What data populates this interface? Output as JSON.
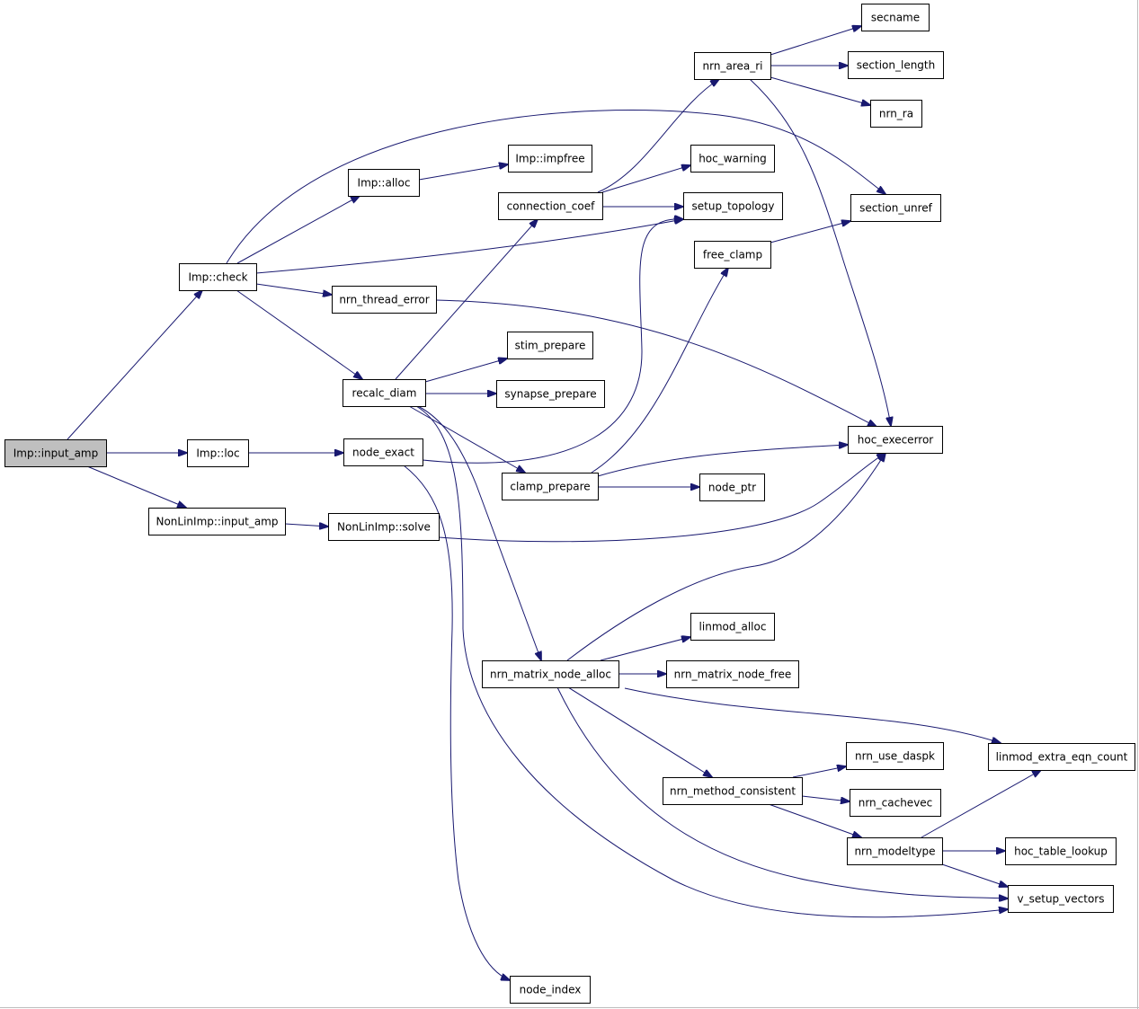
{
  "diagram": {
    "edge_color": "#191970",
    "node_fill": "#ffffff",
    "root_fill": "#bfbfbf",
    "nodes": [
      {
        "id": "input_amp",
        "label": "Imp::input_amp",
        "root": true
      },
      {
        "id": "check",
        "label": "Imp::check"
      },
      {
        "id": "loc",
        "label": "Imp::loc"
      },
      {
        "id": "nl_input_amp",
        "label": "NonLinImp::input_amp"
      },
      {
        "id": "alloc",
        "label": "Imp::alloc"
      },
      {
        "id": "impfree",
        "label": "Imp::impfree"
      },
      {
        "id": "nrn_thread_error",
        "label": "nrn_thread_error"
      },
      {
        "id": "recalc_diam",
        "label": "recalc_diam"
      },
      {
        "id": "node_exact",
        "label": "node_exact"
      },
      {
        "id": "nl_solve",
        "label": "NonLinImp::solve"
      },
      {
        "id": "connection_coef",
        "label": "connection_coef"
      },
      {
        "id": "stim_prepare",
        "label": "stim_prepare"
      },
      {
        "id": "synapse_prepare",
        "label": "synapse_prepare"
      },
      {
        "id": "clamp_prepare",
        "label": "clamp_prepare"
      },
      {
        "id": "nrn_matrix_node_alloc",
        "label": "nrn_matrix_node_alloc"
      },
      {
        "id": "node_index",
        "label": "node_index"
      },
      {
        "id": "nrn_area_ri",
        "label": "nrn_area_ri"
      },
      {
        "id": "hoc_warning",
        "label": "hoc_warning"
      },
      {
        "id": "setup_topology",
        "label": "setup_topology"
      },
      {
        "id": "free_clamp",
        "label": "free_clamp"
      },
      {
        "id": "node_ptr",
        "label": "node_ptr"
      },
      {
        "id": "linmod_alloc",
        "label": "linmod_alloc"
      },
      {
        "id": "nrn_matrix_node_free",
        "label": "nrn_matrix_node_free"
      },
      {
        "id": "nrn_method_consistent",
        "label": "nrn_method_consistent"
      },
      {
        "id": "secname",
        "label": "secname"
      },
      {
        "id": "section_length",
        "label": "section_length"
      },
      {
        "id": "nrn_ra",
        "label": "nrn_ra"
      },
      {
        "id": "section_unref",
        "label": "section_unref"
      },
      {
        "id": "hoc_execerror",
        "label": "hoc_execerror"
      },
      {
        "id": "nrn_use_daspk",
        "label": "nrn_use_daspk"
      },
      {
        "id": "nrn_cachevec",
        "label": "nrn_cachevec"
      },
      {
        "id": "nrn_modeltype",
        "label": "nrn_modeltype"
      },
      {
        "id": "linmod_extra_eqn_count",
        "label": "linmod_extra_eqn_count"
      },
      {
        "id": "hoc_table_lookup",
        "label": "hoc_table_lookup"
      },
      {
        "id": "v_setup_vectors",
        "label": "v_setup_vectors"
      }
    ],
    "edges": [
      {
        "from": "input_amp",
        "to": "check"
      },
      {
        "from": "input_amp",
        "to": "loc"
      },
      {
        "from": "input_amp",
        "to": "nl_input_amp"
      },
      {
        "from": "check",
        "to": "alloc"
      },
      {
        "from": "check",
        "to": "section_unref"
      },
      {
        "from": "check",
        "to": "setup_topology"
      },
      {
        "from": "check",
        "to": "nrn_thread_error"
      },
      {
        "from": "check",
        "to": "recalc_diam"
      },
      {
        "from": "alloc",
        "to": "impfree"
      },
      {
        "from": "loc",
        "to": "node_exact"
      },
      {
        "from": "nl_input_amp",
        "to": "nl_solve"
      },
      {
        "from": "nrn_thread_error",
        "to": "hoc_execerror"
      },
      {
        "from": "recalc_diam",
        "to": "connection_coef"
      },
      {
        "from": "recalc_diam",
        "to": "stim_prepare"
      },
      {
        "from": "recalc_diam",
        "to": "synapse_prepare"
      },
      {
        "from": "recalc_diam",
        "to": "clamp_prepare"
      },
      {
        "from": "recalc_diam",
        "to": "nrn_matrix_node_alloc"
      },
      {
        "from": "recalc_diam",
        "to": "v_setup_vectors"
      },
      {
        "from": "node_exact",
        "to": "setup_topology"
      },
      {
        "from": "node_exact",
        "to": "node_index"
      },
      {
        "from": "nl_solve",
        "to": "hoc_execerror"
      },
      {
        "from": "connection_coef",
        "to": "nrn_area_ri"
      },
      {
        "from": "connection_coef",
        "to": "hoc_warning"
      },
      {
        "from": "connection_coef",
        "to": "setup_topology"
      },
      {
        "from": "clamp_prepare",
        "to": "free_clamp"
      },
      {
        "from": "clamp_prepare",
        "to": "hoc_execerror"
      },
      {
        "from": "clamp_prepare",
        "to": "node_ptr"
      },
      {
        "from": "nrn_area_ri",
        "to": "secname"
      },
      {
        "from": "nrn_area_ri",
        "to": "section_length"
      },
      {
        "from": "nrn_area_ri",
        "to": "nrn_ra"
      },
      {
        "from": "nrn_area_ri",
        "to": "hoc_execerror"
      },
      {
        "from": "free_clamp",
        "to": "section_unref"
      },
      {
        "from": "nrn_matrix_node_alloc",
        "to": "hoc_execerror"
      },
      {
        "from": "nrn_matrix_node_alloc",
        "to": "linmod_alloc"
      },
      {
        "from": "nrn_matrix_node_alloc",
        "to": "nrn_matrix_node_free"
      },
      {
        "from": "nrn_matrix_node_alloc",
        "to": "linmod_extra_eqn_count"
      },
      {
        "from": "nrn_matrix_node_alloc",
        "to": "nrn_method_consistent"
      },
      {
        "from": "nrn_matrix_node_alloc",
        "to": "v_setup_vectors"
      },
      {
        "from": "nrn_method_consistent",
        "to": "nrn_use_daspk"
      },
      {
        "from": "nrn_method_consistent",
        "to": "nrn_cachevec"
      },
      {
        "from": "nrn_method_consistent",
        "to": "nrn_modeltype"
      },
      {
        "from": "nrn_modeltype",
        "to": "linmod_extra_eqn_count"
      },
      {
        "from": "nrn_modeltype",
        "to": "hoc_table_lookup"
      },
      {
        "from": "nrn_modeltype",
        "to": "v_setup_vectors"
      }
    ]
  }
}
